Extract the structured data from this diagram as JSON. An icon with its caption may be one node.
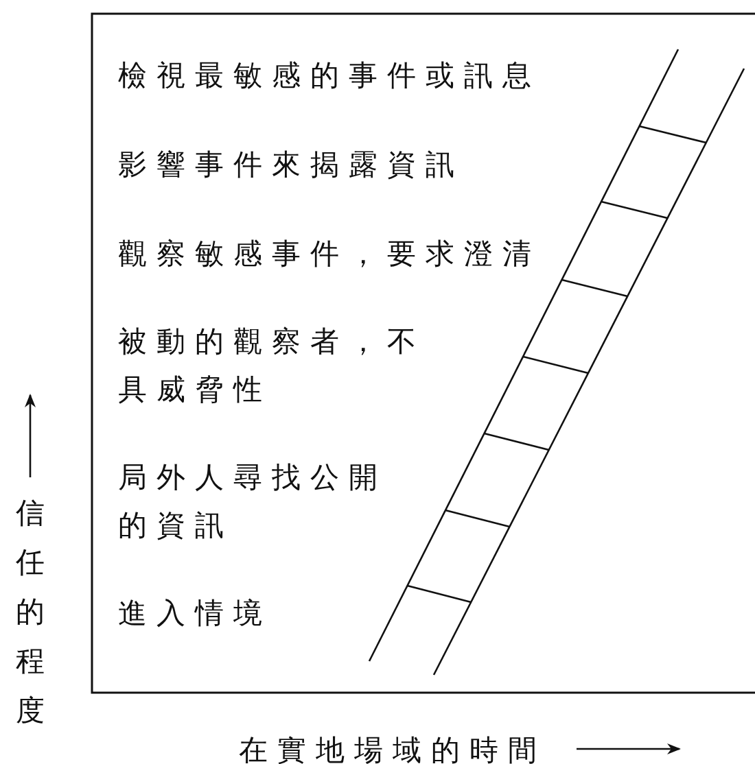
{
  "diagram": {
    "labels": [
      "檢視最敏感的事件或訊息",
      "影響事件來揭露資訊",
      "觀察敏感事件，要求澄清",
      "被動的觀察者，不具威脅性",
      "局外人尋找公開的資訊",
      "進入情境",
      "信任的程度",
      "在實地場域的時間"
    ]
  }
}
